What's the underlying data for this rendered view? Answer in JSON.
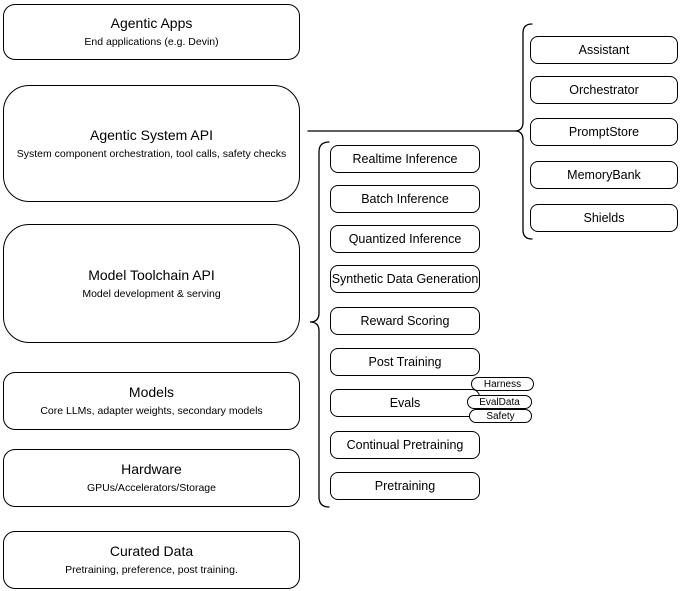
{
  "diagram": {
    "left_column": [
      {
        "title": "Agentic Apps",
        "subtitle": "End applications (e.g. Devin)"
      },
      {
        "title": "Agentic System API",
        "subtitle": "System component orchestration, tool calls, safety checks"
      },
      {
        "title": "Model Toolchain API",
        "subtitle": "Model development & serving"
      },
      {
        "title": "Models",
        "subtitle": "Core LLMs, adapter weights, secondary models"
      },
      {
        "title": "Hardware",
        "subtitle": "GPUs/Accelerators/Storage"
      },
      {
        "title": "Curated Data",
        "subtitle": "Pretraining, preference, post training."
      }
    ],
    "toolchain_services": [
      "Realtime Inference",
      "Batch Inference",
      "Quantized Inference",
      "Synthetic Data Generation",
      "Reward Scoring",
      "Post Training",
      "Evals",
      "Continual Pretraining",
      "Pretraining"
    ],
    "eval_components": [
      "Harness",
      "EvalData",
      "Safety"
    ],
    "system_components": [
      "Assistant",
      "Orchestrator",
      "PromptStore",
      "MemoryBank",
      "Shields"
    ],
    "colors": {
      "stroke": "#000000",
      "background": "#ffffff",
      "text": "#000000"
    }
  }
}
